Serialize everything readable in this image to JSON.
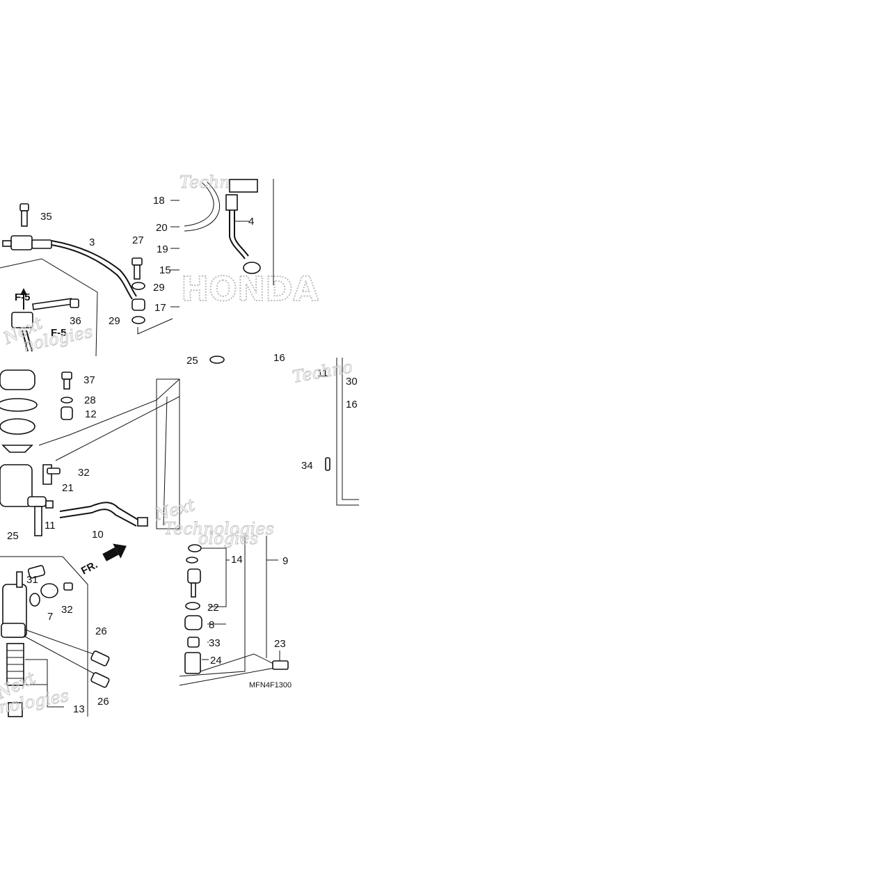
{
  "diagram": {
    "code": "MFN4F1300",
    "direction_label": "FR.",
    "ref_labels": [
      "F-5",
      "F-5"
    ],
    "watermark_word": "Technologies",
    "watermark_fragments": [
      "Next",
      "Techno",
      "ologies",
      "nologies",
      "Techn"
    ],
    "brand_watermark": "HONDA",
    "callouts": [
      "35",
      "3",
      "27",
      "29",
      "29",
      "36",
      "18",
      "20",
      "19",
      "15",
      "17",
      "4",
      "37",
      "28",
      "12",
      "32",
      "21",
      "11",
      "10",
      "25",
      "25",
      "16",
      "30",
      "16",
      "11",
      "34",
      "14",
      "22",
      "8",
      "33",
      "24",
      "23",
      "9",
      "31",
      "7",
      "32",
      "26",
      "26",
      "13"
    ]
  }
}
